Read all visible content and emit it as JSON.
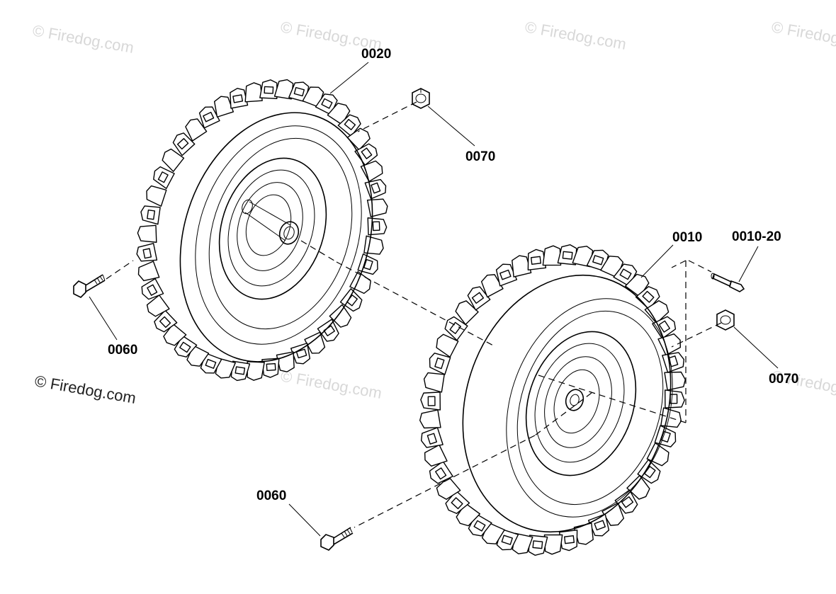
{
  "watermark": {
    "text": "© Firedog.com",
    "faint_color": "#d8d8d8",
    "strong_color": "#222222"
  },
  "callouts": {
    "wheel_left": "0020",
    "nut_left": "0070",
    "bolt_left": "0060",
    "wheel_right": "0010",
    "valve_stem": "0010-20",
    "nut_right": "0070",
    "bolt_right": "0060"
  },
  "parts": [
    {
      "id": "0020",
      "name": "wheel-assembly-with-axle-hub",
      "icon": "tire-icon"
    },
    {
      "id": "0010",
      "name": "wheel-assembly",
      "icon": "tire-icon"
    },
    {
      "id": "0010-20",
      "name": "valve-stem",
      "icon": "valve-icon"
    },
    {
      "id": "0070",
      "name": "hex-nut",
      "icon": "nut-icon"
    },
    {
      "id": "0060",
      "name": "hex-bolt",
      "icon": "bolt-icon"
    }
  ]
}
